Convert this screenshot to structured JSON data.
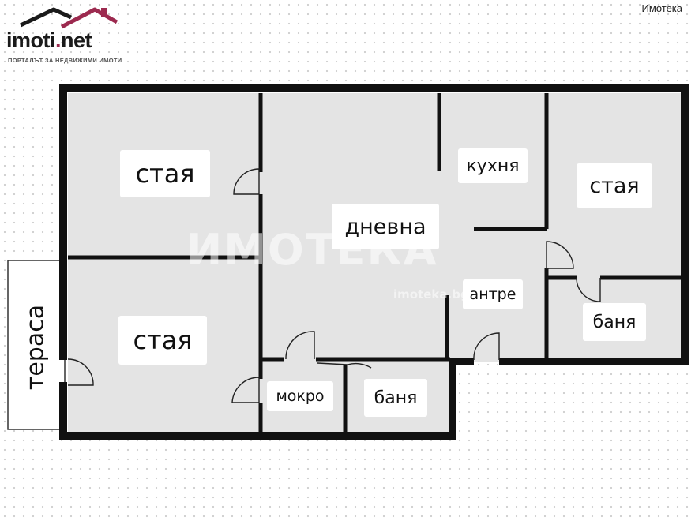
{
  "watermark_top": "Имотека",
  "logo": {
    "name": "imoti",
    "tld": "net",
    "dot": ".",
    "tagline": "ПОРТАЛЪТ ЗА НЕДВИЖИМИ ИМОТИ"
  },
  "watermark_center": {
    "main": "ИМОТЕКА",
    "sub": "imoteka.bg"
  },
  "colors": {
    "wall": "#111111",
    "room_fill": "#e4e4e4",
    "logo_accent": "#9c2a4f"
  },
  "rooms": {
    "room1": "стая",
    "room2": "стая",
    "room3": "стая",
    "living": "дневна",
    "kitchen": "кухня",
    "hall": "антре",
    "bath1": "баня",
    "bath2": "баня",
    "wetroom": "мокро",
    "terrace": "тераса"
  }
}
